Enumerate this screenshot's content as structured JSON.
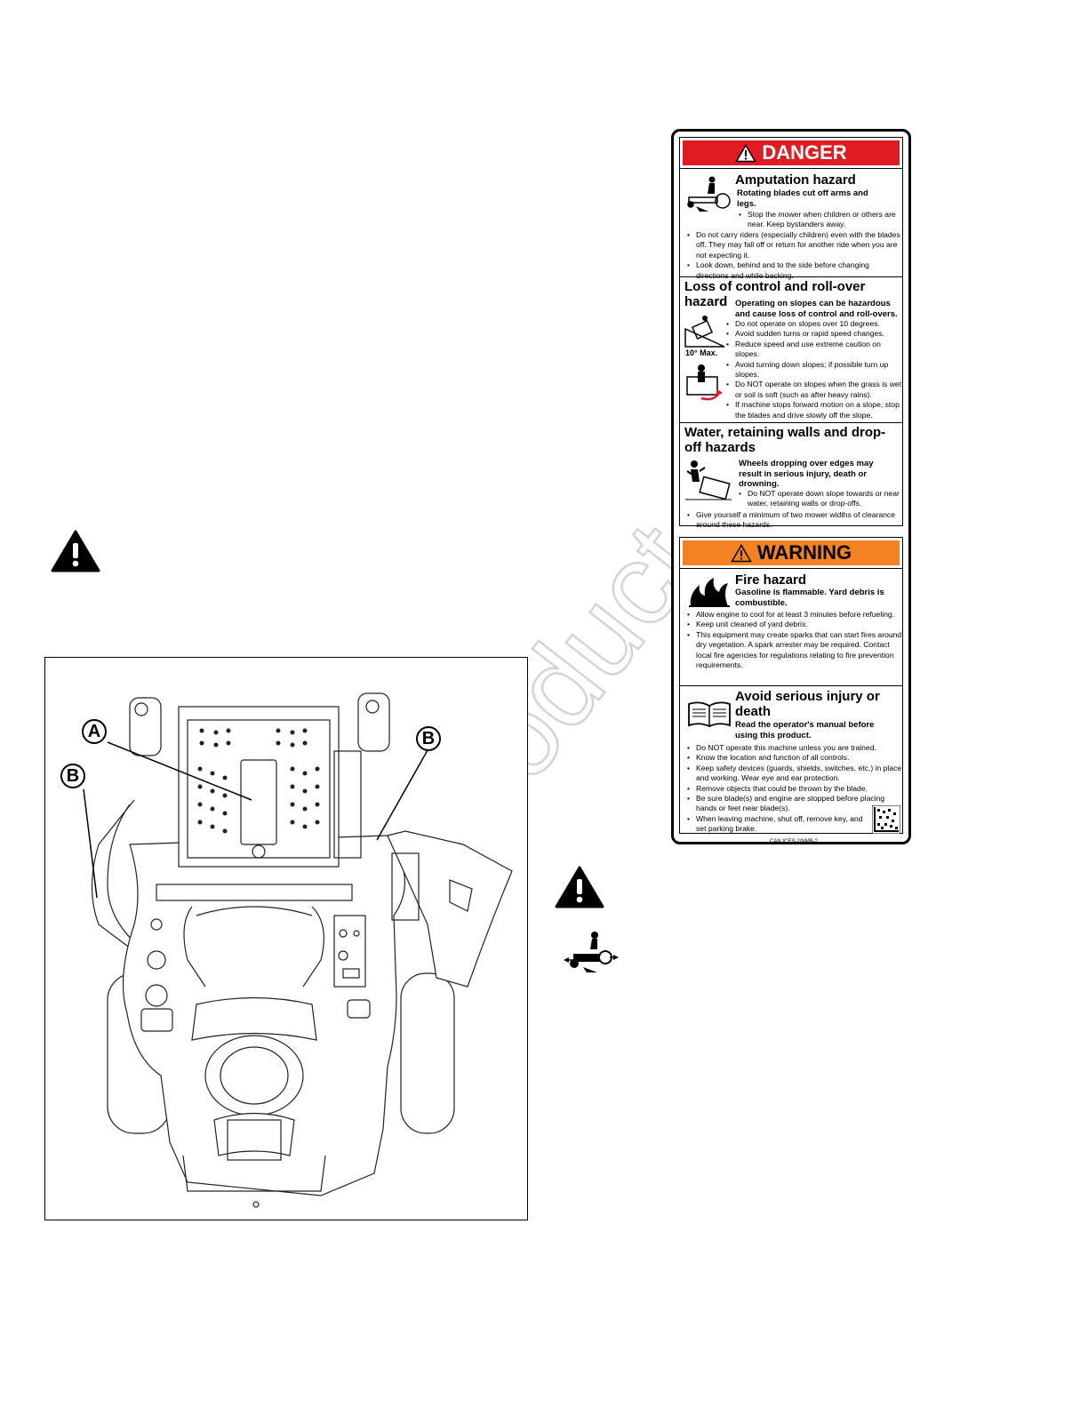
{
  "label": {
    "danger": {
      "header": "DANGER",
      "amputation": {
        "title": "Amputation hazard",
        "subtitle": "Rotating blades cut off arms and legs.",
        "bullets": [
          "Stop the mower when children or others are near. Keep bystanders away.",
          "Do not carry riders (especially children) even with the blades off. They may fall off or return for another ride when you are not expecting it.",
          "Look down, behind and to the side before changing directions and while backing."
        ]
      },
      "rollover": {
        "title": "Loss of control and roll-over hazard",
        "subtitle": "Operating on slopes can be hazardous and cause loss of control and roll-overs.",
        "slope_label": "10° Max.",
        "bullets": [
          "Do not operate on slopes over 10 degrees.",
          "Avoid sudden turns or rapid speed changes.",
          "Reduce speed and use extreme caution on slopes.",
          "Avoid turning down slopes; if possible turn up slopes.",
          "Do NOT operate on slopes when the grass is wet or soil is soft (such as after heavy rains).",
          "If machine stops forward motion on a slope, stop the blades and drive slowly off the slope."
        ]
      },
      "water": {
        "title": "Water, retaining walls and drop-off hazards",
        "subtitle": "Wheels dropping over edges may result in serious injury, death or drowning.",
        "bullets": [
          "Do NOT operate down slope towards or near water, retaining walls or drop-offs.",
          "Give yourself a minimum of two mower widths of clearance around these hazards."
        ]
      }
    },
    "warning": {
      "header": "WARNING",
      "fire": {
        "title": "Fire hazard",
        "subtitle": "Gasoline is flammable. Yard debris is combustible.",
        "bullets": [
          "Allow engine to cool for at least 3 minutes before refueling.",
          "Keep unit cleaned of yard debris.",
          "This equipment may create sparks that can start fires around dry vegetation. A spark arrester may be required. Contact local fire agencies for regulations relating to fire prevention requirements."
        ]
      },
      "injury": {
        "title": "Avoid serious injury or death",
        "subtitle": "Read the operator's manual before using this product.",
        "bullets": [
          "Do NOT operate this machine unless you are trained.",
          "Know the location and function of all controls.",
          "Keep safety devices (guards, shields, switches, etc.) in place and working. Wear eye and ear protection.",
          "Remove objects that could be thrown by the blade.",
          "Be sure blade(s) and engine are stopped before placing hands or feet near blade(s).",
          "When leaving machine, shut off, remove key, and set parking brake."
        ]
      }
    },
    "caption": "CAN ICES-2/NMB-2"
  },
  "figure": {
    "callouts": [
      "A",
      "B",
      "B"
    ]
  },
  "colors": {
    "danger_red": "#e11b22",
    "warning_orange": "#f58220",
    "watermark": "#d4d4d4"
  }
}
